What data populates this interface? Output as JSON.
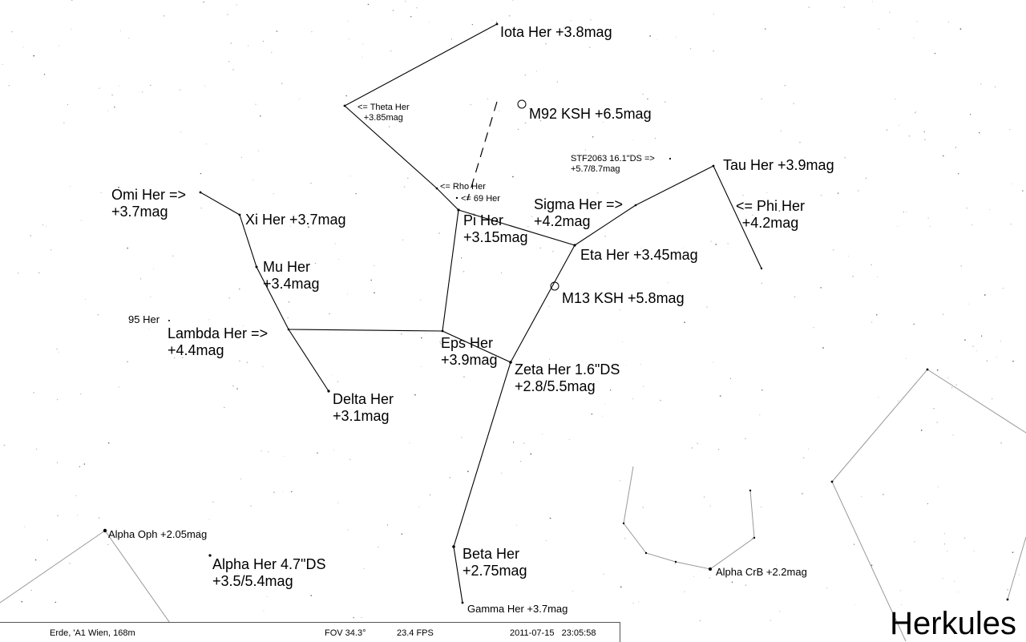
{
  "constellation_name": "Herkules",
  "status_bar": {
    "location": "Erde, 'A1 Wien, 168m",
    "fov": "FOV 34.3°",
    "fps": "23.4 FPS",
    "datetime": "2011-07-15   23:05:58"
  },
  "colors": {
    "background": "#ffffff",
    "lines": "#000000",
    "neighbor_lines": "#999999",
    "text": "#000000"
  },
  "labels": {
    "iota": "Iota Her +3.8mag",
    "theta": "<= Theta Her\n+3.85mag",
    "m92": "M92 KSH +6.5mag",
    "stf2063": "STF2063 16.1\"DS =>\n+5.7/8.7mag",
    "tau": "Tau Her +3.9mag",
    "rho": "<= Rho Her",
    "her69": "<= 69 Her",
    "omi": "Omi Her =>\n+3.7mag",
    "xi": "Xi Her +3.7mag",
    "sigma": "Sigma Her =>\n+4.2mag",
    "phi": "<= Phi Her\n+4.2mag",
    "pi": "Pi Her\n+3.15mag",
    "eta": "Eta Her +3.45mag",
    "mu": "Mu Her\n+3.4mag",
    "m13": "M13 KSH +5.8mag",
    "her95": "95 Her",
    "lambda": "Lambda Her =>\n+4.4mag",
    "eps": "Eps Her\n+3.9mag",
    "zeta": "Zeta Her 1.6\"DS\n+2.8/5.5mag",
    "delta": "Delta Her\n+3.1mag",
    "alpha_oph": "Alpha Oph +2.05mag",
    "alpha_her": "Alpha Her 4.7\"DS\n+3.5/5.4mag",
    "beta": "Beta Her\n+2.75mag",
    "gamma": "Gamma Her +3.7mag",
    "alpha_crb": "Alpha CrB +2.2mag"
  }
}
